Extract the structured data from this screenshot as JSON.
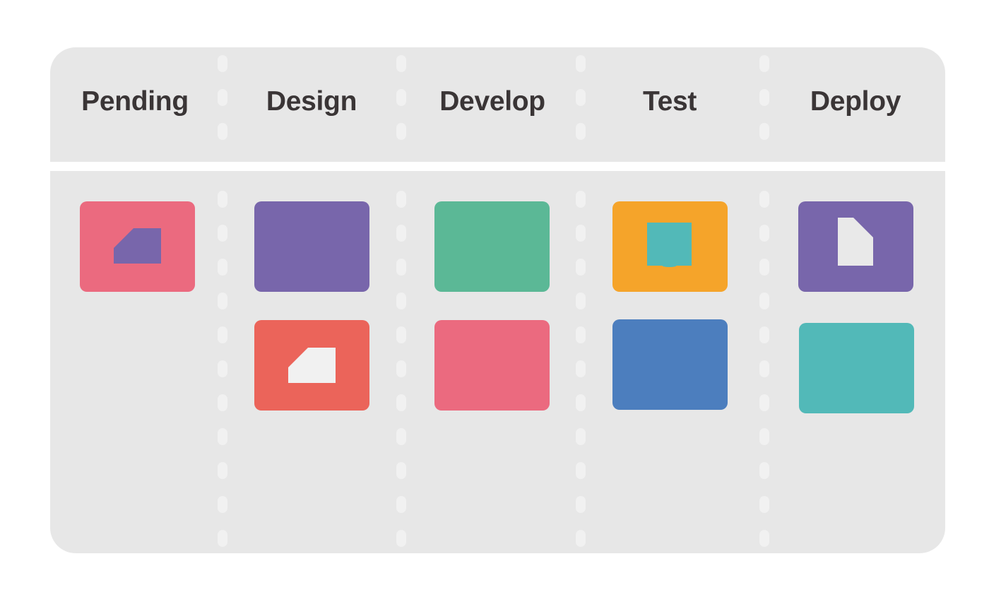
{
  "board": {
    "background": "#e7e7e7",
    "columns": [
      {
        "title": "Pending",
        "cards": [
          {
            "color": "#eb6a7f",
            "icon": "folder-tab-icon",
            "icon_color": "#7866ab"
          }
        ]
      },
      {
        "title": "Design",
        "cards": [
          {
            "color": "#7866ab",
            "icon": null
          },
          {
            "color": "#eb645a",
            "icon": "folder-tab-icon",
            "icon_color": "#f1f1f1"
          }
        ]
      },
      {
        "title": "Develop",
        "cards": [
          {
            "color": "#5bb896",
            "icon": null
          },
          {
            "color": "#eb6a7f",
            "icon": null
          }
        ]
      },
      {
        "title": "Test",
        "cards": [
          {
            "color": "#f5a42a",
            "icon": "square-icon",
            "icon_color": "#52b9b8"
          },
          {
            "color": "#4c7ebe",
            "icon": null
          }
        ]
      },
      {
        "title": "Deploy",
        "cards": [
          {
            "color": "#7866ab",
            "icon": "document-icon",
            "icon_color": "#e9e9e9"
          },
          {
            "color": "#52b9b8",
            "icon": null
          }
        ]
      }
    ]
  }
}
